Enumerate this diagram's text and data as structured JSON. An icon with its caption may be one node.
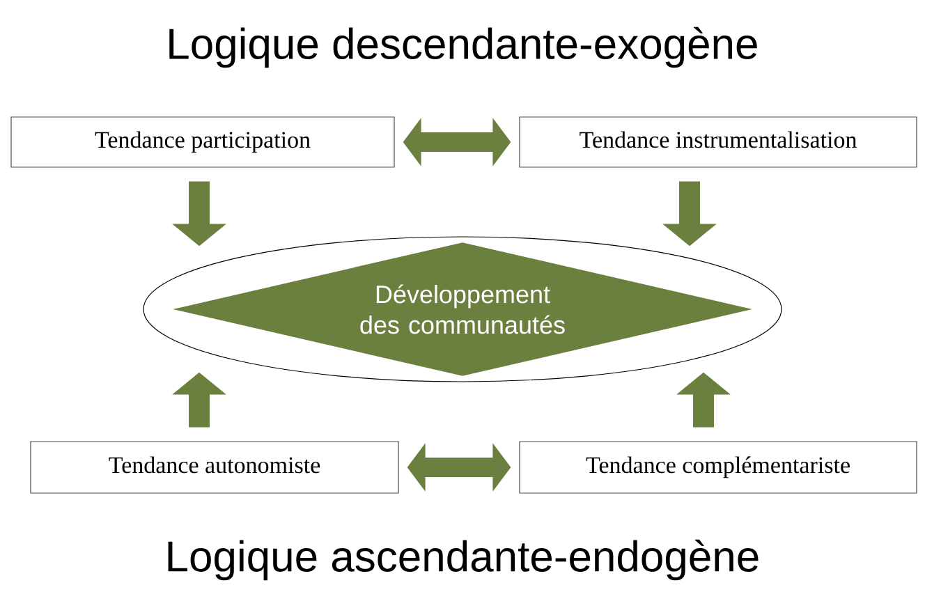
{
  "diagram": {
    "title": "Logique descendante-exogène",
    "nodes": [
      {
        "text": [
          "Tendance participation"
        ]
      },
      {
        "text": [
          "Tendance instrumentalisation"
        ]
      },
      {
        "text": [],
        "shape": "ellipse"
      },
      {
        "text": [
          "Développement des communautés"
        ],
        "in": 2
      },
      {
        "text": [
          "Tendance autonomiste"
        ]
      },
      {
        "text": [
          "Tendance complémentariste"
        ]
      }
    ],
    "edges": [
      {
        "from": 0,
        "to": 1,
        "arrow": "both"
      },
      {
        "from": 0,
        "to": 2,
        "arrow": "to"
      },
      {
        "from": 1,
        "to": 2,
        "arrow": "to"
      },
      {
        "from": 4,
        "to": 2,
        "arrow": "to"
      },
      {
        "from": 5,
        "to": 2,
        "arrow": "to"
      },
      {
        "from": 4,
        "to": 5,
        "arrow": "both"
      }
    ],
    "labels": [
      "Logique ascendante-endogène"
    ]
  }
}
